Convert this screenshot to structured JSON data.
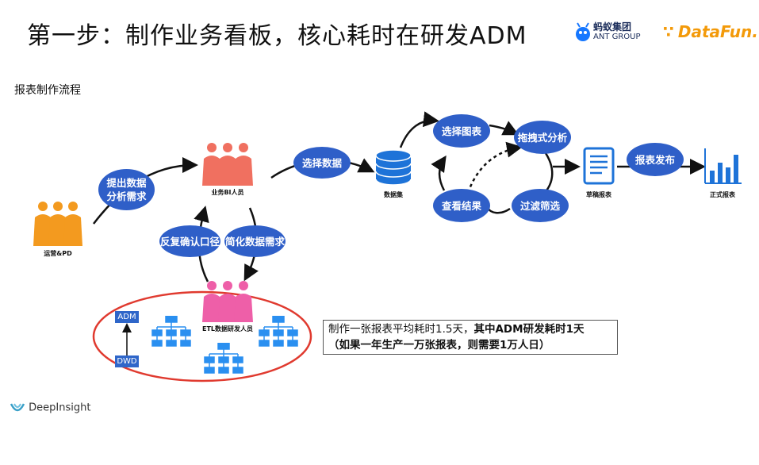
{
  "slide": {
    "title": "第一步：制作业务看板，核心耗时在研发ADM",
    "section_label": "报表制作流程"
  },
  "logos": {
    "ant_group_cn": "蚂蚁集团",
    "ant_group_en": "ANT GROUP",
    "datafun": "DataFun.",
    "deepinsight": "DeepInsight"
  },
  "actors": {
    "ops_pd": "运营&PD",
    "business_bi": "业务BI人员",
    "etl_dev": "ETL数据研发人员"
  },
  "steps": {
    "raise_needs": "提出数据\n分析需求",
    "select_data": "选择数据",
    "confirm_caliber": "反复确认口径",
    "simplify_needs": "简化数据需求",
    "select_chart": "选择图表",
    "drag_analysis": "拖拽式分析",
    "view_results": "查看结果",
    "filter": "过滤筛选",
    "publish_report": "报表发布"
  },
  "artifacts": {
    "dataset": "数据集",
    "draft_report": "草稿报表",
    "final_report": "正式报表"
  },
  "layers": {
    "adm": "ADM",
    "dwd": "DWD"
  },
  "note": {
    "line1_normal": "制作一张报表平均耗时1.5天，",
    "line1_bold": "其中ADM研发耗时1天",
    "line2": "（如果一年生产一万张报表，则需要1万人日）"
  },
  "colors": {
    "step_blue": "#2f5fc8",
    "person_orange": "#f39a1f",
    "person_salmon": "#f07060",
    "person_pink": "#ee5fa8",
    "node_blue": "#2a8ff0",
    "ellipse_red": "#e03a2f",
    "dataset_blue": "#1e73d8"
  }
}
